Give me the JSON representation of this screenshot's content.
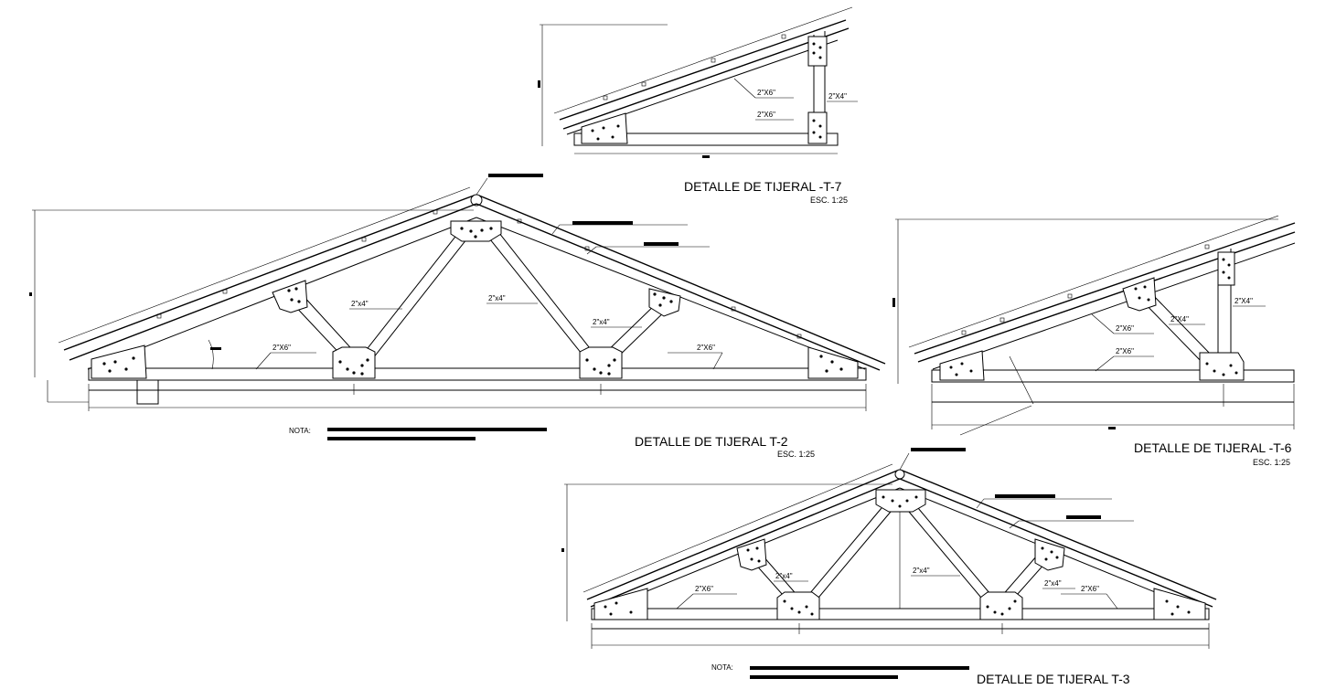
{
  "titles": {
    "t7": "DETALLE DE TIJERAL -T-7",
    "t2": "DETALLE DE TIJERAL T-2",
    "t6": "DETALLE DE TIJERAL -T-6",
    "t3": "DETALLE DE TIJERAL T-3"
  },
  "scales": {
    "t7": "ESC. 1:25",
    "t2": "ESC. 1:25",
    "t6": "ESC. 1:25"
  },
  "notes": {
    "t2": "NOTA:",
    "t3": "NOTA:"
  },
  "members": {
    "x6": "2\"X6\"",
    "x4": "2\"X4\"",
    "x6_alt": "2\"x6\"",
    "x4_alt": "2\"x4\""
  }
}
